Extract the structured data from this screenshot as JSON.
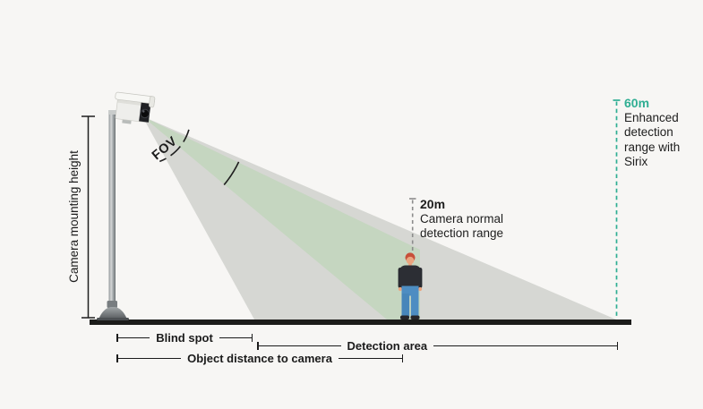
{
  "diagram": {
    "fov_label": "FOV",
    "mounting_height_label": "Camera mounting height",
    "normal_range": {
      "distance": "20m",
      "description": "Camera normal\ndetection range"
    },
    "enhanced_range": {
      "distance": "60m",
      "description": "Enhanced\ndetection\nrange with\nSirix"
    },
    "measurements": {
      "blind_spot": "Blind spot",
      "detection_area": "Detection area",
      "object_distance": "Object distance to camera"
    },
    "colors": {
      "background": "#f7f6f4",
      "fov_cone_gray": "#d6d7d3",
      "detection_cone_green": "#c5d6c0",
      "accent_teal": "#2fae93",
      "ground_black": "#1c1c1a",
      "dashed_gray": "#8c8c8c",
      "text_black": "#1d1d1d",
      "person_sweater": "#2c2e34",
      "person_jeans": "#4d8dc2",
      "person_hair": "#c7503a"
    }
  }
}
